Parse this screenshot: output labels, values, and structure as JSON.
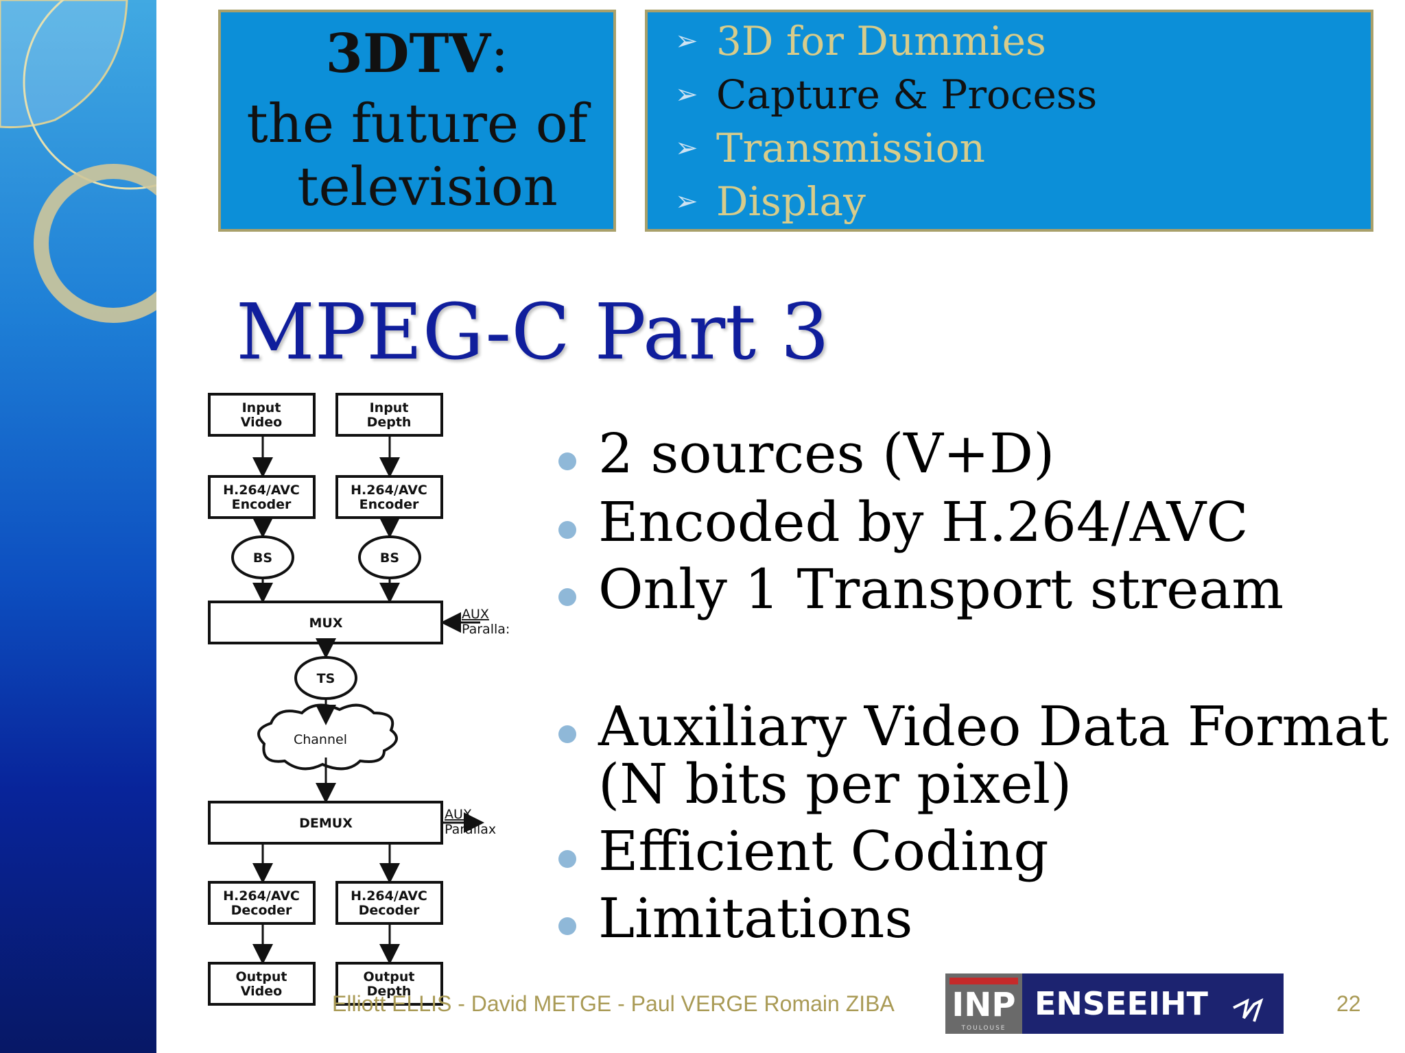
{
  "title_box": {
    "line1": "3DTV",
    "line1_suffix": ":",
    "line2": "the future of",
    "line3": "television"
  },
  "nav": {
    "items": [
      {
        "label": "3D for Dummies",
        "color": "#d8cc8a"
      },
      {
        "label": "Capture & Process",
        "color": "#111111"
      },
      {
        "label": "Transmission",
        "color": "#d8cc8a"
      },
      {
        "label": "Display",
        "color": "#d8cc8a"
      }
    ]
  },
  "slide_title": "MPEG-C Part 3",
  "bullets": [
    {
      "text": "2 sources (V+D)"
    },
    {
      "text": "Encoded by H.264/AVC"
    },
    {
      "text": "Only 1 Transport stream"
    },
    {
      "line1": "Auxiliary Video Data Format",
      "line2": "(N bits per pixel)"
    },
    {
      "text": "Efficient Coding"
    },
    {
      "text": "Limitations"
    }
  ],
  "diagram": {
    "input_video": [
      "Input",
      "Video"
    ],
    "input_depth": [
      "Input",
      "Depth"
    ],
    "encoder": [
      "H.264/AVC",
      "Encoder"
    ],
    "bs": "BS",
    "mux": "MUX",
    "aux_top": "AUX",
    "parallax_top": "Paralla:",
    "ts": "TS",
    "channel": "Channel",
    "demux": "DEMUX",
    "aux_bottom": "AUX",
    "parallax_bottom": "Parallax",
    "decoder": [
      "H.264/AVC",
      "Decoder"
    ],
    "output_video": [
      "Output",
      "Video"
    ],
    "output_depth": [
      "Output",
      "Depth"
    ]
  },
  "footer": {
    "authors": "Elliott ELLIS - David METGE - Paul VERGE  Romain ZIBA",
    "page": "22"
  },
  "logo": {
    "left": "INP",
    "sub": "TOULOUSE",
    "right": "ENSEEIHT"
  },
  "colors": {
    "accent_title": "#101e9c",
    "box_fill": "#0c8fd8",
    "box_border": "#a9a06a",
    "footer_text": "#a99a55"
  }
}
